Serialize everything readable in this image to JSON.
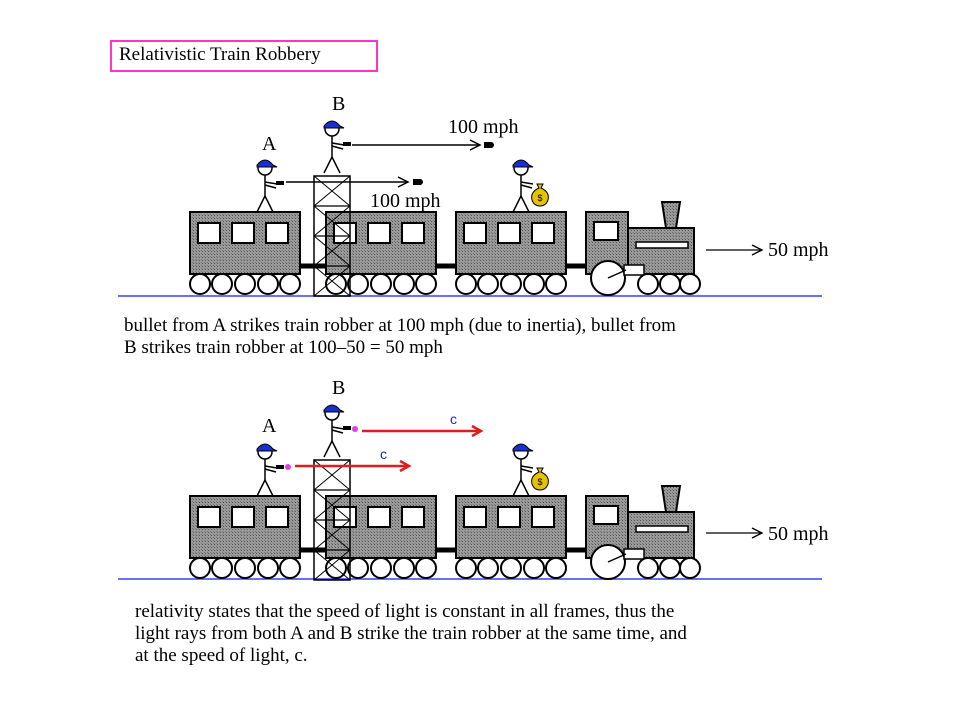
{
  "title": "Relativistic Train Robbery",
  "colors": {
    "train": "#8a8a8a",
    "track": "#3344ee",
    "bullet_arrow": "#000000",
    "light_arrow": "#e21b1b",
    "light_label": "#2222cc",
    "cap": "#1a2fd0",
    "moneybag": "#e6c200",
    "title_border": "#ff33cc"
  },
  "icons": [
    "stick-figure-icon",
    "gun-icon",
    "money-bag-icon",
    "arrow-icon",
    "locomotive-icon",
    "tower-icon"
  ],
  "panel1": {
    "label_a": "A",
    "label_b": "B",
    "speed_b": "100 mph",
    "speed_a": "100 mph",
    "train_speed": "50 mph",
    "caption": [
      "bullet from A strikes train robber at 100 mph (due to inertia), bullet from",
      "B strikes train robber at 100–50 = 50 mph"
    ]
  },
  "panel2": {
    "label_a": "A",
    "label_b": "B",
    "light_b": "c",
    "light_a": "c",
    "train_speed": "50 mph",
    "caption": [
      "relativity states that the speed of light is constant in all frames, thus the",
      "light rays from both A and B strike the train robber at the same time, and",
      "at the speed of light, c."
    ]
  }
}
